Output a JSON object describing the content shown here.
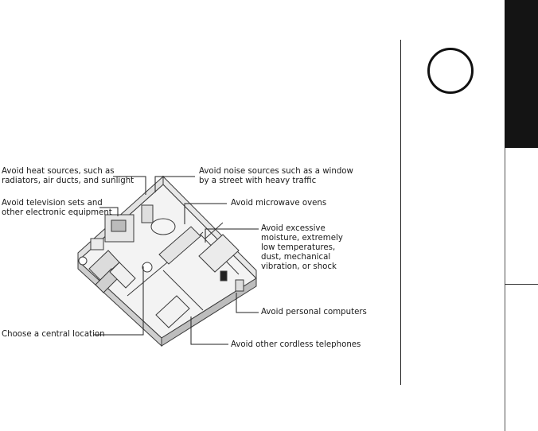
{
  "callouts": {
    "heat": "Avoid heat sources, such as\nradiators, air ducts, and sunlight",
    "tv": "Avoid television sets and\nother electronic equipment",
    "central": "Choose a central location",
    "noise": "Avoid noise sources such as a window\nby a street with heavy traffic",
    "microwave": "Avoid microwave ovens",
    "moisture": "Avoid excessive\nmoisture, extremely\nlow temperatures,\ndust, mechanical\nvibration, or shock",
    "computers": "Avoid personal computers",
    "cordless": "Avoid other cordless telephones"
  },
  "colors": {
    "tab": "#141414",
    "line": "#222222",
    "drawing": "#3a3a3a"
  }
}
